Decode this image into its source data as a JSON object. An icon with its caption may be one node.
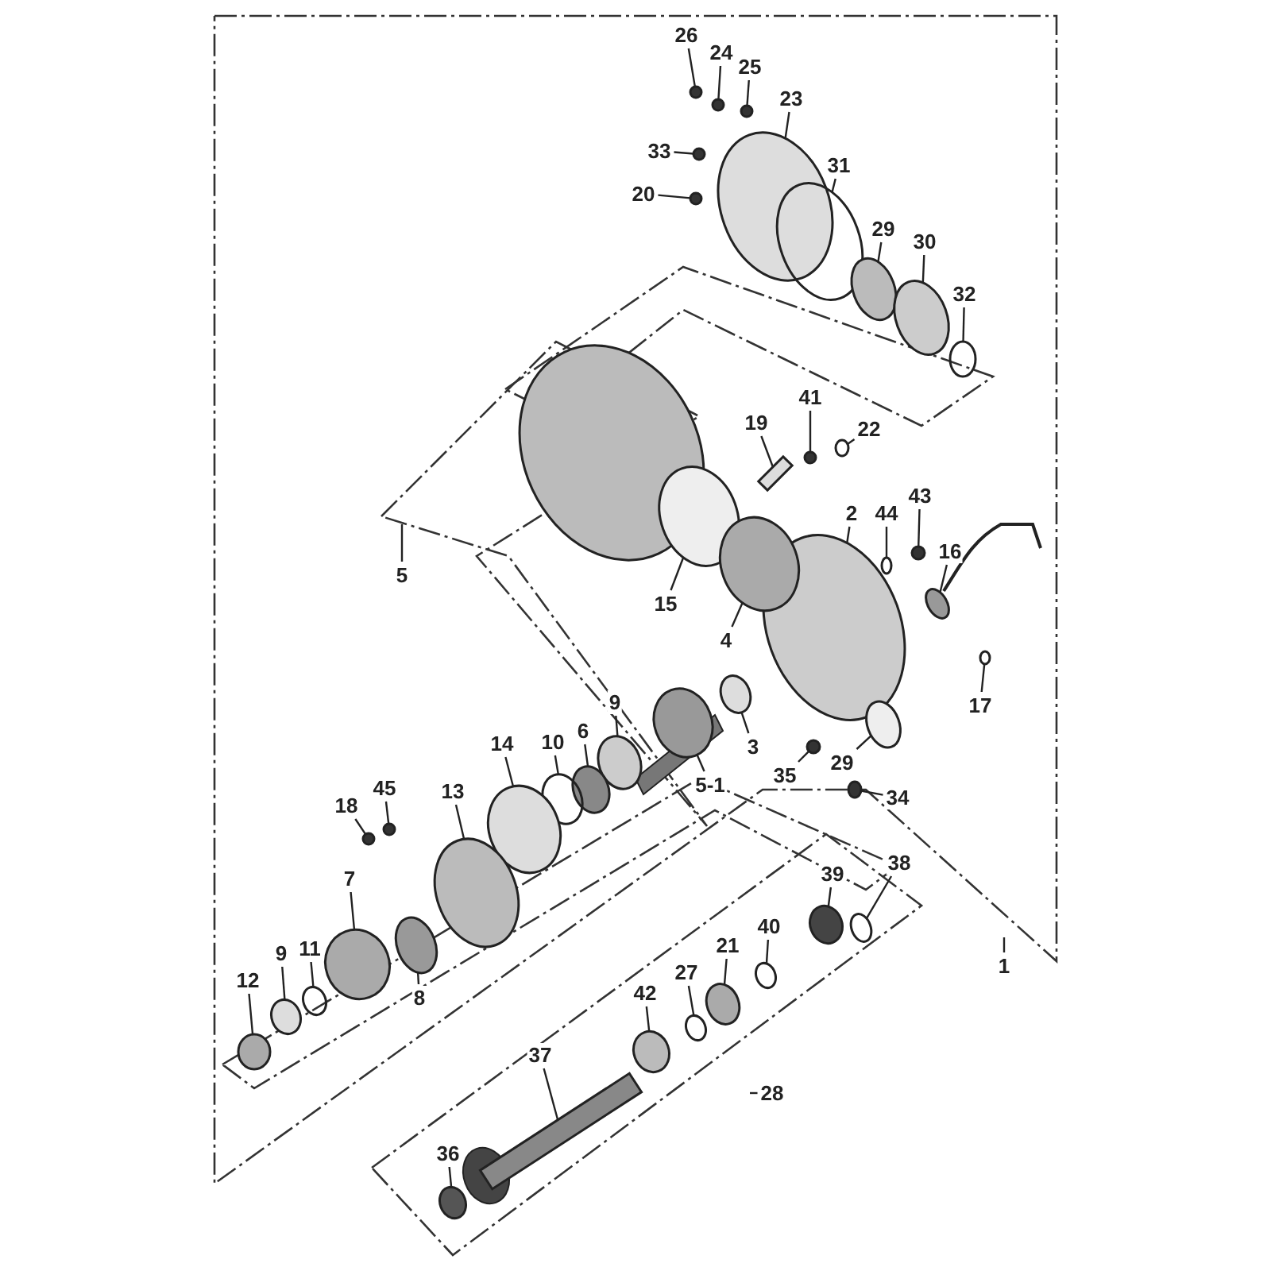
{
  "diagram": {
    "nodes": [
      {
        "text": [
          "26"
        ]
      },
      {
        "text": [
          "24"
        ]
      },
      {
        "text": [
          "25"
        ]
      },
      {
        "text": [
          "23"
        ]
      },
      {
        "text": [
          "33"
        ]
      },
      {
        "text": [
          "31"
        ]
      },
      {
        "text": [
          "20"
        ]
      },
      {
        "text": [
          "29"
        ]
      },
      {
        "text": [
          "30"
        ]
      },
      {
        "text": [
          "32"
        ]
      },
      {
        "text": [
          "41"
        ]
      },
      {
        "text": [
          "22"
        ]
      },
      {
        "text": [
          "19"
        ]
      },
      {
        "text": [
          "2"
        ]
      },
      {
        "text": [
          "44"
        ]
      },
      {
        "text": [
          "43"
        ]
      },
      {
        "text": [
          "16"
        ]
      },
      {
        "text": [
          "5"
        ]
      },
      {
        "text": [
          "15"
        ]
      },
      {
        "text": [
          "4"
        ]
      },
      {
        "text": [
          "9"
        ]
      },
      {
        "text": [
          "17"
        ]
      },
      {
        "text": [
          "6"
        ]
      },
      {
        "text": [
          "10"
        ]
      },
      {
        "text": [
          "3"
        ]
      },
      {
        "text": [
          "35"
        ]
      },
      {
        "text": [
          "29"
        ]
      },
      {
        "text": [
          "5-1"
        ]
      },
      {
        "text": [
          "14"
        ]
      },
      {
        "text": [
          "45"
        ]
      },
      {
        "text": [
          "13"
        ]
      },
      {
        "text": [
          "18"
        ]
      },
      {
        "text": [
          "34"
        ]
      },
      {
        "text": [
          "38"
        ]
      },
      {
        "text": [
          "39"
        ]
      },
      {
        "text": [
          "7"
        ]
      },
      {
        "text": [
          "9"
        ]
      },
      {
        "text": [
          "11"
        ]
      },
      {
        "text": [
          "40"
        ]
      },
      {
        "text": [
          "21"
        ]
      },
      {
        "text": [
          "27"
        ]
      },
      {
        "text": [
          "12"
        ]
      },
      {
        "text": [
          "1"
        ]
      },
      {
        "text": [
          "8"
        ]
      },
      {
        "text": [
          "42"
        ]
      },
      {
        "text": [
          "37"
        ]
      },
      {
        "text": [
          "28"
        ]
      },
      {
        "text": [
          "36"
        ]
      },
      {
        "text": [],
        "shape": "circle"
      },
      {
        "text": [],
        "shape": "circle"
      },
      {
        "text": [],
        "shape": "circle"
      },
      {
        "text": [],
        "shape": "circle"
      },
      {
        "text": [],
        "shape": "circle"
      },
      {
        "text": [],
        "shape": "circle"
      },
      {
        "text": [],
        "shape": "circle"
      },
      {
        "text": [],
        "shape": "circle"
      },
      {
        "text": [],
        "shape": "circle"
      },
      {
        "text": [],
        "shape": "circle"
      },
      {
        "text": [],
        "shape": "circle"
      },
      {
        "text": [],
        "shape": "circle"
      },
      {
        "text": [],
        "shape": "bar"
      },
      {
        "text": [],
        "shape": "circle"
      },
      {
        "text": [],
        "shape": "circle"
      },
      {
        "text": [],
        "shape": "circle"
      },
      {
        "text": [],
        "shape": "circle"
      },
      {
        "text": [],
        "shape": "circle"
      },
      {
        "text": [],
        "shape": "circle"
      },
      {
        "text": [],
        "shape": "circle"
      },
      {
        "text": [],
        "shape": "circle"
      },
      {
        "text": [],
        "shape": "circle"
      },
      {
        "text": [],
        "shape": "circle"
      },
      {
        "text": [],
        "shape": "circle"
      },
      {
        "text": [],
        "shape": "circle"
      },
      {
        "text": [],
        "shape": "circle"
      },
      {
        "text": [],
        "shape": "circle"
      },
      {
        "text": [],
        "shape": "circle"
      },
      {
        "text": [],
        "shape": "circle"
      },
      {
        "text": [],
        "shape": "circle"
      },
      {
        "text": [],
        "shape": "circle"
      },
      {
        "text": [],
        "shape": "circle"
      },
      {
        "text": [],
        "shape": "circle"
      },
      {
        "text": [],
        "shape": "circle"
      },
      {
        "text": [],
        "shape": "circle"
      },
      {
        "text": [],
        "shape": "circle"
      },
      {
        "text": [],
        "shape": "circle"
      },
      {
        "text": [],
        "shape": "circle"
      },
      {
        "text": [],
        "shape": "circle"
      },
      {
        "text": [],
        "shape": "circle"
      },
      {
        "text": [],
        "shape": "circle"
      },
      {
        "text": [],
        "shape": "circle"
      },
      {
        "text": [],
        "shape": "circle"
      },
      {
        "text": [],
        "shape": "bar"
      },
      {
        "text": [],
        "shape": "circle"
      }
    ],
    "edges": [
      {
        "from": 0,
        "to": 48,
        "arrow": "none"
      },
      {
        "from": 1,
        "to": 49,
        "arrow": "none"
      },
      {
        "from": 2,
        "to": 50,
        "arrow": "none"
      },
      {
        "from": 3,
        "to": 51,
        "arrow": "none"
      },
      {
        "from": 4,
        "to": 52,
        "arrow": "none"
      },
      {
        "from": 5,
        "to": 53,
        "arrow": "none"
      },
      {
        "from": 6,
        "to": 54,
        "arrow": "none"
      },
      {
        "from": 7,
        "to": 55,
        "arrow": "none"
      },
      {
        "from": 8,
        "to": 56,
        "arrow": "none"
      },
      {
        "from": 9,
        "to": 57,
        "arrow": "none"
      },
      {
        "from": 10,
        "to": 58,
        "arrow": "none"
      },
      {
        "from": 11,
        "to": 59,
        "arrow": "none"
      },
      {
        "from": 12,
        "to": 60,
        "arrow": "none"
      },
      {
        "from": 13,
        "to": 61,
        "arrow": "none"
      },
      {
        "from": 14,
        "to": 62,
        "arrow": "none"
      },
      {
        "from": 15,
        "to": 63,
        "arrow": "none"
      },
      {
        "from": 16,
        "to": 64,
        "arrow": "none"
      },
      {
        "from": 17,
        "to": null,
        "arrow": "none"
      },
      {
        "from": 18,
        "to": 65,
        "arrow": "none"
      },
      {
        "from": 19,
        "to": 66,
        "arrow": "none"
      },
      {
        "from": 20,
        "to": 67,
        "arrow": "none"
      },
      {
        "from": 21,
        "to": 68,
        "arrow": "none"
      },
      {
        "from": 22,
        "to": 69,
        "arrow": "none"
      },
      {
        "from": 23,
        "to": 70,
        "arrow": "none"
      },
      {
        "from": 24,
        "to": 71,
        "arrow": "none"
      },
      {
        "from": 25,
        "to": 72,
        "arrow": "none"
      },
      {
        "from": 26,
        "to": 73,
        "arrow": "none"
      },
      {
        "from": 27,
        "to": 74,
        "arrow": "none"
      },
      {
        "from": 28,
        "to": 75,
        "arrow": "none"
      },
      {
        "from": 29,
        "to": 76,
        "arrow": "none"
      },
      {
        "from": 30,
        "to": 77,
        "arrow": "none"
      },
      {
        "from": 31,
        "to": 78,
        "arrow": "none"
      },
      {
        "from": 32,
        "to": 79,
        "arrow": "none"
      },
      {
        "from": 33,
        "to": 80,
        "arrow": "none"
      },
      {
        "from": 34,
        "to": 81,
        "arrow": "none"
      },
      {
        "from": 35,
        "to": 82,
        "arrow": "none"
      },
      {
        "from": 36,
        "to": 83,
        "arrow": "none"
      },
      {
        "from": 37,
        "to": 84,
        "arrow": "none"
      },
      {
        "from": 38,
        "to": 85,
        "arrow": "none"
      },
      {
        "from": 39,
        "to": 86,
        "arrow": "none"
      },
      {
        "from": 40,
        "to": 87,
        "arrow": "none"
      },
      {
        "from": 41,
        "to": 88,
        "arrow": "none"
      },
      {
        "from": 42,
        "to": null,
        "arrow": "none"
      },
      {
        "from": 43,
        "to": 89,
        "arrow": "none"
      },
      {
        "from": 44,
        "to": 90,
        "arrow": "none"
      },
      {
        "from": 45,
        "to": 91,
        "arrow": "none"
      },
      {
        "from": 46,
        "to": null,
        "arrow": "none"
      },
      {
        "from": 47,
        "to": 92,
        "arrow": "none"
      }
    ]
  }
}
